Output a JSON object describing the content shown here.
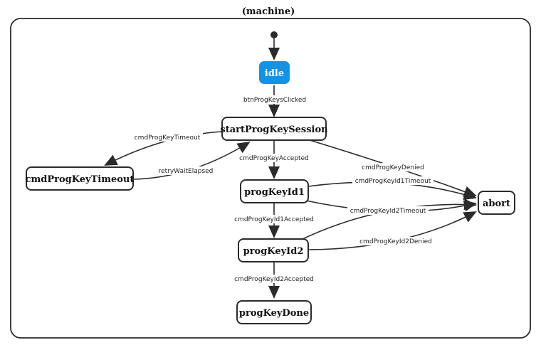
{
  "diagram": {
    "title": "(machine)",
    "colors": {
      "idle_fill": "#1592e0",
      "stroke": "#2b2b2b"
    },
    "states": {
      "idle": "idle",
      "startProgKeySession": "startProgKeySession",
      "cmdProgKeyTimeout": "cmdProgKeyTimeout",
      "progKeyId1": "progKeyId1",
      "progKeyId2": "progKeyId2",
      "progKeyDone": "progKeyDone",
      "abort": "abort"
    },
    "transitions": {
      "initial": "",
      "btnProgKeysClicked": "btnProgKeysClicked",
      "cmdProgKeyTimeout": "cmdProgKeyTimeout",
      "retryWaitElapsed": "retryWaitElapsed",
      "cmdProgKeyAccepted": "cmdProgKeyAccepted",
      "cmdProgKeyDenied": "cmdProgKeyDenied",
      "cmdProgKeyId1Timeout": "cmdProgKeyId1Timeout",
      "cmdProgKeyId1Accepted": "cmdProgKeyId1Accepted",
      "cmdProgKeyId2Timeout": "cmdProgKeyId2Timeout",
      "cmdProgKeyId2Accepted": "cmdProgKeyId2Accepted",
      "cmdProgKeyId2Denied": "cmdProgKeyId2Denied"
    }
  }
}
